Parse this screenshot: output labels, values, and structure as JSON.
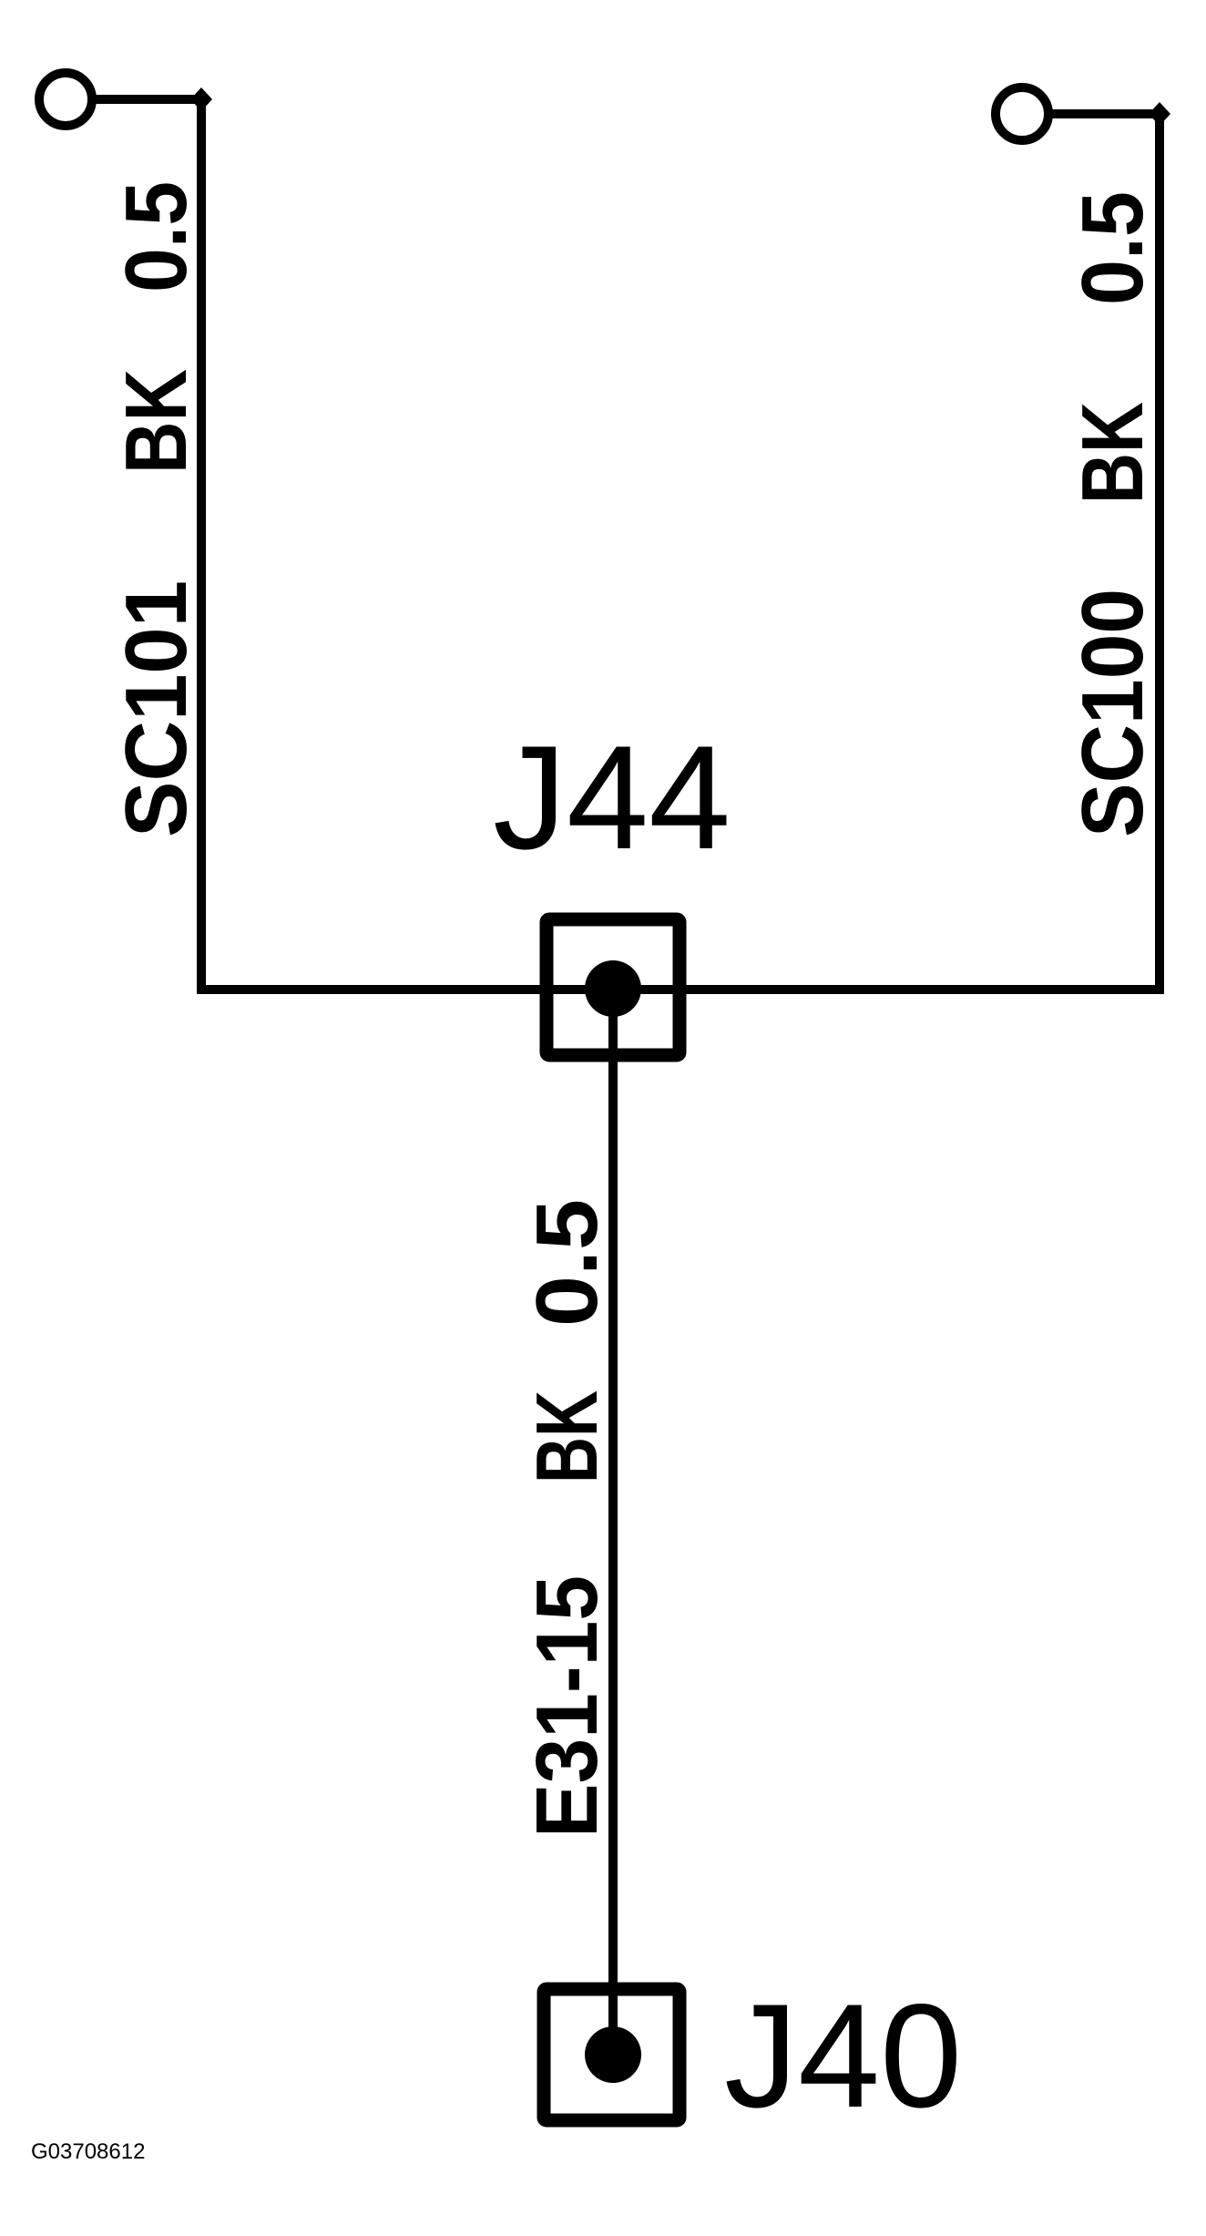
{
  "diagram": {
    "type": "wiring-schematic",
    "connectors": [
      {
        "id": "J44",
        "label": "J44"
      },
      {
        "id": "J40",
        "label": "J40"
      }
    ],
    "wires": [
      {
        "name": "left-wire",
        "circuit": "SC101",
        "color": "BK",
        "gauge": "0.5",
        "from": "terminal-left",
        "to": "J44"
      },
      {
        "name": "right-wire",
        "circuit": "SC100",
        "color": "BK",
        "gauge": "0.5",
        "from": "terminal-right",
        "to": "J44"
      },
      {
        "name": "center-wire",
        "circuit": "E31-15",
        "color": "BK",
        "gauge": "0.5",
        "from": "J44",
        "to": "J40"
      }
    ],
    "figure_id": "G03708612"
  }
}
